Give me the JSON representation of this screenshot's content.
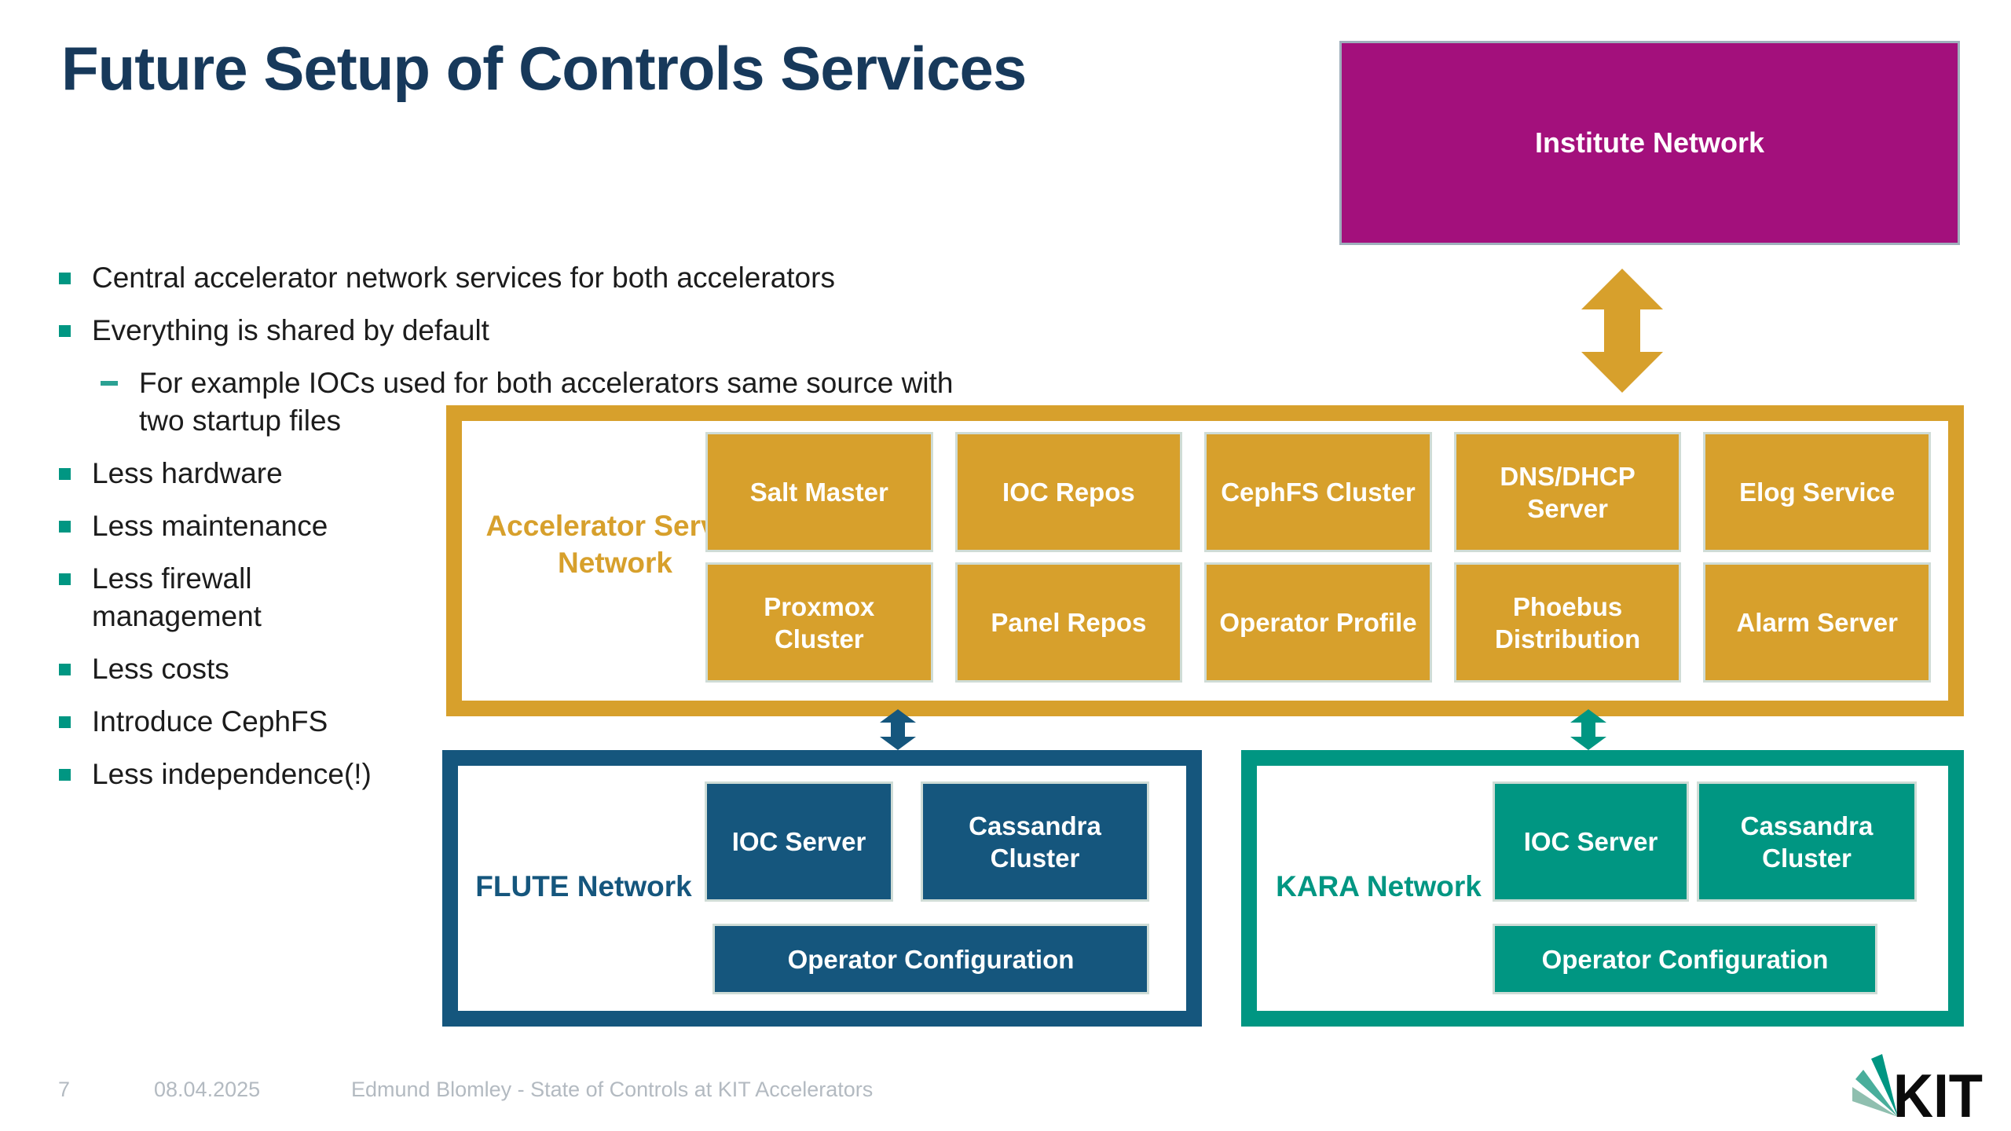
{
  "theme": {
    "gold": "#D7A02C",
    "magenta": "#A3107C",
    "blue": "#15567D",
    "teal": "#009682",
    "title": "#17395B",
    "text": "#1c1c1c",
    "footer": "#B3BAC1"
  },
  "slide": {
    "title": "Future Setup of Controls Services",
    "bullets": [
      {
        "level": 1,
        "text": "Central accelerator network services for both accelerators"
      },
      {
        "level": 1,
        "text": "Everything is shared by default"
      },
      {
        "level": 2,
        "text": "For example IOCs used for both accelerators same source with two startup files"
      },
      {
        "level": 1,
        "text": "Less hardware"
      },
      {
        "level": 1,
        "text": "Less maintenance"
      },
      {
        "level": 1,
        "text": "Less firewall\nmanagement"
      },
      {
        "level": 1,
        "text": "Less costs"
      },
      {
        "level": 1,
        "text": "Introduce CephFS"
      },
      {
        "level": 1,
        "text": "Less independence(!)"
      }
    ],
    "footer": {
      "page": "7",
      "date": "08.04.2025",
      "credit": "Edmund Blomley - State of Controls at KIT Accelerators"
    },
    "logo_text": "KIT"
  },
  "diagram": {
    "institute": {
      "label": "Institute Network",
      "color": "#A3107C"
    },
    "accelerator_server_network": {
      "label": "Accelerator Server Network",
      "color": "#D7A02C",
      "row1": [
        "Salt Master",
        "IOC Repos",
        "CephFS Cluster",
        "DNS/DHCP Server",
        "Elog Service"
      ],
      "row2": [
        "Proxmox Cluster",
        "Panel Repos",
        "Operator Profile",
        "Phoebus Distribution",
        "Alarm Server"
      ]
    },
    "flute_network": {
      "label": "FLUTE Network",
      "color": "#15567D",
      "boxes": [
        "IOC Server",
        "Cassandra Cluster",
        "Operator Configuration"
      ]
    },
    "kara_network": {
      "label": "KARA Network",
      "color": "#009682",
      "boxes": [
        "IOC Server",
        "Cassandra Cluster",
        "Operator Configuration"
      ]
    },
    "arrows": [
      {
        "name": "institute-to-asn",
        "color": "#D7A02C"
      },
      {
        "name": "asn-to-flute",
        "color": "#15567D"
      },
      {
        "name": "asn-to-kara",
        "color": "#009682"
      }
    ]
  }
}
